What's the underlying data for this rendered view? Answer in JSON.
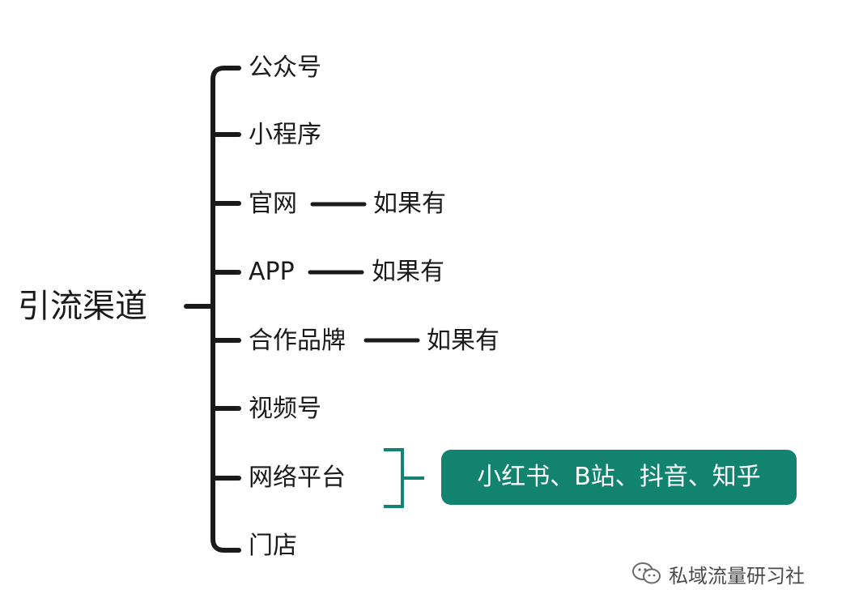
{
  "root": "引流渠道",
  "branches": [
    {
      "label": "公众号"
    },
    {
      "label": "小程序"
    },
    {
      "label": "官网",
      "note": "如果有"
    },
    {
      "label": "APP",
      "note": "如果有"
    },
    {
      "label": "合作品牌",
      "note": "如果有"
    },
    {
      "label": "视频号"
    },
    {
      "label": "网络平台"
    },
    {
      "label": "门店"
    }
  ],
  "platforms_tag": "小红书、B站、抖音、知乎",
  "watermark": "私域流量研习社",
  "colors": {
    "line": "#1a1a1a",
    "accent": "#11836f",
    "tag_text": "#ffffff"
  },
  "icons": {
    "watermark": "wechat-chat-icon"
  }
}
